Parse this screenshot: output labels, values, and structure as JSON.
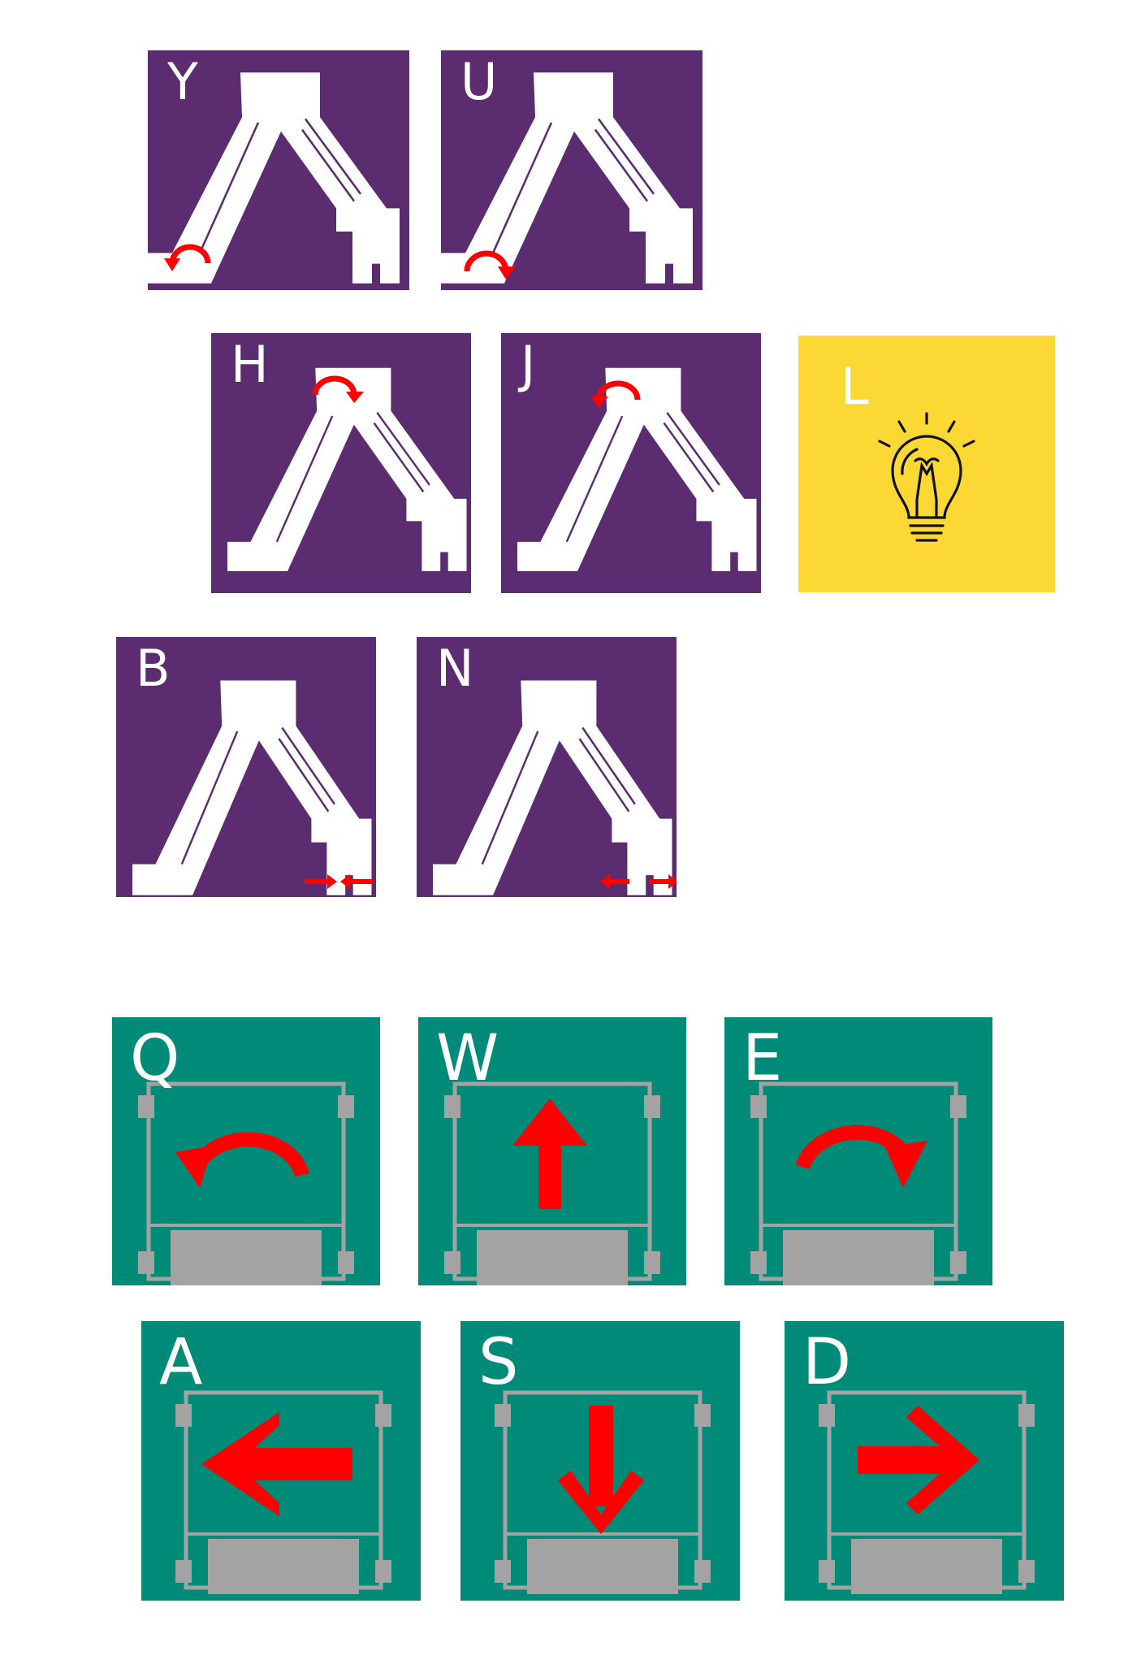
{
  "colors": {
    "arm_key_bg": "#5b2c6f",
    "base_key_bg": "#008b78",
    "light_key_bg": "#fcd835",
    "arrow": "#ff0000",
    "robot_body": "#a3a3a3",
    "arm_body": "#ffffff"
  },
  "arm_keys": [
    {
      "id": "y",
      "letter": "Y",
      "icon": "arm-base-rotate-counterclockwise-icon"
    },
    {
      "id": "u",
      "letter": "U",
      "icon": "arm-base-rotate-clockwise-icon"
    },
    {
      "id": "h",
      "letter": "H",
      "icon": "arm-shoulder-rotate-clockwise-icon"
    },
    {
      "id": "j",
      "letter": "J",
      "icon": "arm-shoulder-rotate-counterclockwise-icon"
    },
    {
      "id": "b",
      "letter": "B",
      "icon": "gripper-close-icon"
    },
    {
      "id": "n",
      "letter": "N",
      "icon": "gripper-open-icon"
    }
  ],
  "light_key": {
    "id": "l",
    "letter": "L",
    "icon": "light-bulb-icon"
  },
  "base_keys": [
    {
      "id": "q",
      "letter": "Q",
      "icon": "rotate-left-icon"
    },
    {
      "id": "w",
      "letter": "W",
      "icon": "arrow-up-icon"
    },
    {
      "id": "e",
      "letter": "E",
      "icon": "rotate-right-icon"
    },
    {
      "id": "a",
      "letter": "A",
      "icon": "arrow-left-icon"
    },
    {
      "id": "s",
      "letter": "S",
      "icon": "arrow-down-icon"
    },
    {
      "id": "d",
      "letter": "D",
      "icon": "arrow-right-icon"
    }
  ]
}
